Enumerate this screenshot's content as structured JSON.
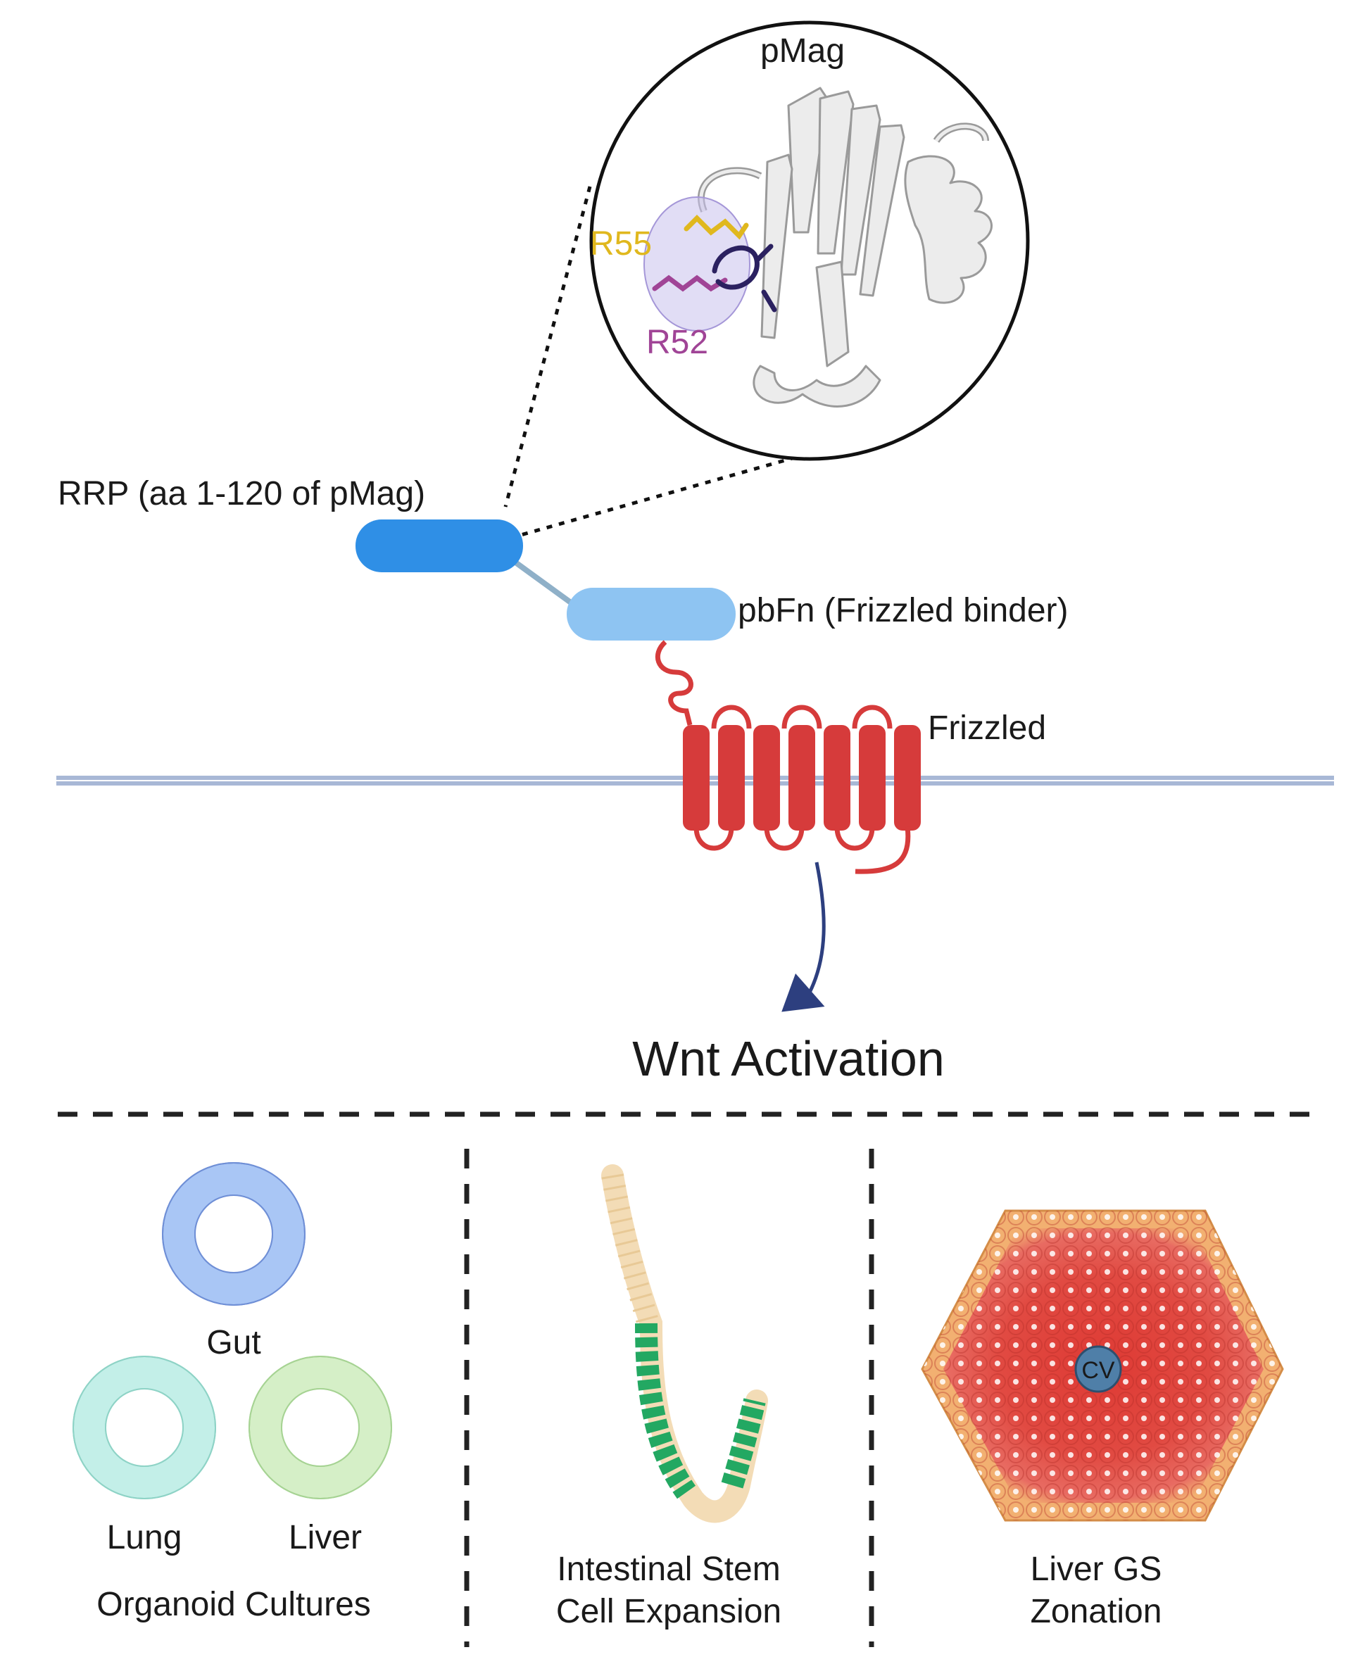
{
  "labels": {
    "pmag": "pMag",
    "r55": "R55",
    "r52": "R52",
    "rrp": "RRP (aa 1-120 of pMag)",
    "pbfn": "pbFn (Frizzled binder)",
    "frizzled": "Frizzled",
    "wnt_activation": "Wnt Activation",
    "gut": "Gut",
    "lung": "Lung",
    "liver": "Liver",
    "organoid_cultures": "Organoid Cultures",
    "isc_line1": "Intestinal Stem",
    "isc_line2": "Cell Expansion",
    "liver_gs_line1": "Liver GS",
    "liver_gs_line2": "Zonation",
    "cv": "CV"
  },
  "colors": {
    "rrp": "#2f8fe6",
    "pbfn": "#8ec4f2",
    "frizzled": "#d63b3b",
    "membrane": "#a8b8d6",
    "arrow": "#2d3f7f",
    "r55": "#e0b81e",
    "r52": "#a04496",
    "gut_cells": "#a9c6f5",
    "lung_cells": "#c3efe8",
    "liver_cells": "#d5efc7",
    "crypt_villus": "#f3dcb6",
    "crypt_stem": "#23a862",
    "liver_central": "#de3a34",
    "liver_mid": "#e86b62",
    "liver_edge": "#f2b071",
    "cv": "#4f7fa8"
  }
}
